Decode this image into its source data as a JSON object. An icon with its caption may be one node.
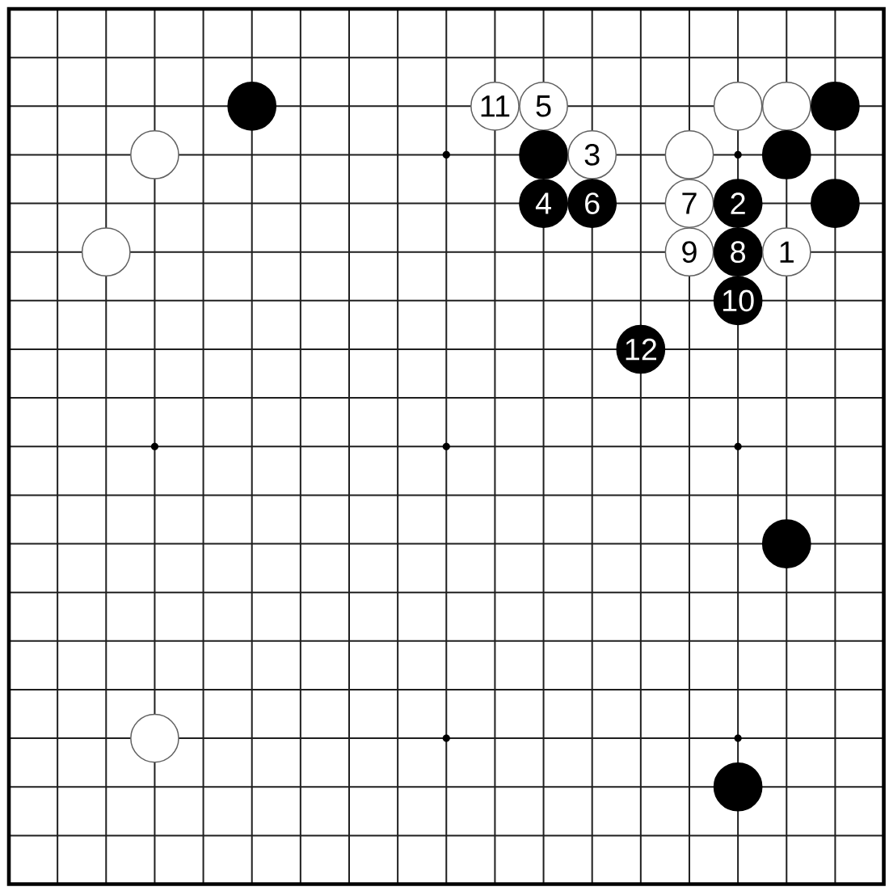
{
  "diagram": {
    "nodes": [
      {
        "text": [],
        "shape": "circle"
      },
      {
        "text": [
          "11"
        ]
      },
      {
        "text": [
          "5"
        ]
      },
      {
        "text": [],
        "shape": "circle"
      },
      {
        "text": [],
        "shape": "circle"
      },
      {
        "text": [],
        "shape": "circle"
      },
      {
        "text": [],
        "shape": "circle"
      },
      {
        "text": [],
        "shape": "circle"
      },
      {
        "text": [
          "3"
        ]
      },
      {
        "text": [],
        "shape": "circle"
      },
      {
        "text": [],
        "shape": "circle"
      },
      {
        "text": [
          "4"
        ]
      },
      {
        "text": [
          "6"
        ]
      },
      {
        "text": [
          "7"
        ]
      },
      {
        "text": [
          "2"
        ]
      },
      {
        "text": [],
        "shape": "circle"
      },
      {
        "text": [],
        "shape": "circle"
      },
      {
        "text": [
          "9"
        ]
      },
      {
        "text": [
          "8"
        ]
      },
      {
        "text": [
          "1"
        ]
      },
      {
        "text": [
          "10"
        ]
      },
      {
        "text": [
          "12"
        ]
      },
      {
        "text": [],
        "shape": "circle"
      },
      {
        "text": [],
        "shape": "circle"
      },
      {
        "text": [],
        "shape": "circle"
      }
    ]
  }
}
